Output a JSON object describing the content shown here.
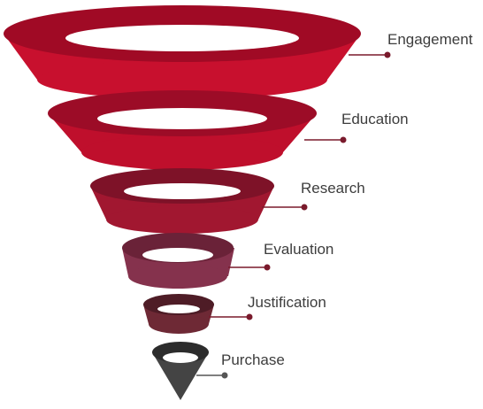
{
  "diagram": {
    "type": "funnel",
    "stages": [
      {
        "label": "Engagement",
        "color": "#c8102e"
      },
      {
        "label": "Education",
        "color": "#bf0f2c"
      },
      {
        "label": "Research",
        "color": "#a11730"
      },
      {
        "label": "Evaluation",
        "color": "#85324d"
      },
      {
        "label": "Justification",
        "color": "#6e2935"
      },
      {
        "label": "Purchase",
        "color": "#444444"
      }
    ],
    "connector_color": "#7a1a2c"
  }
}
